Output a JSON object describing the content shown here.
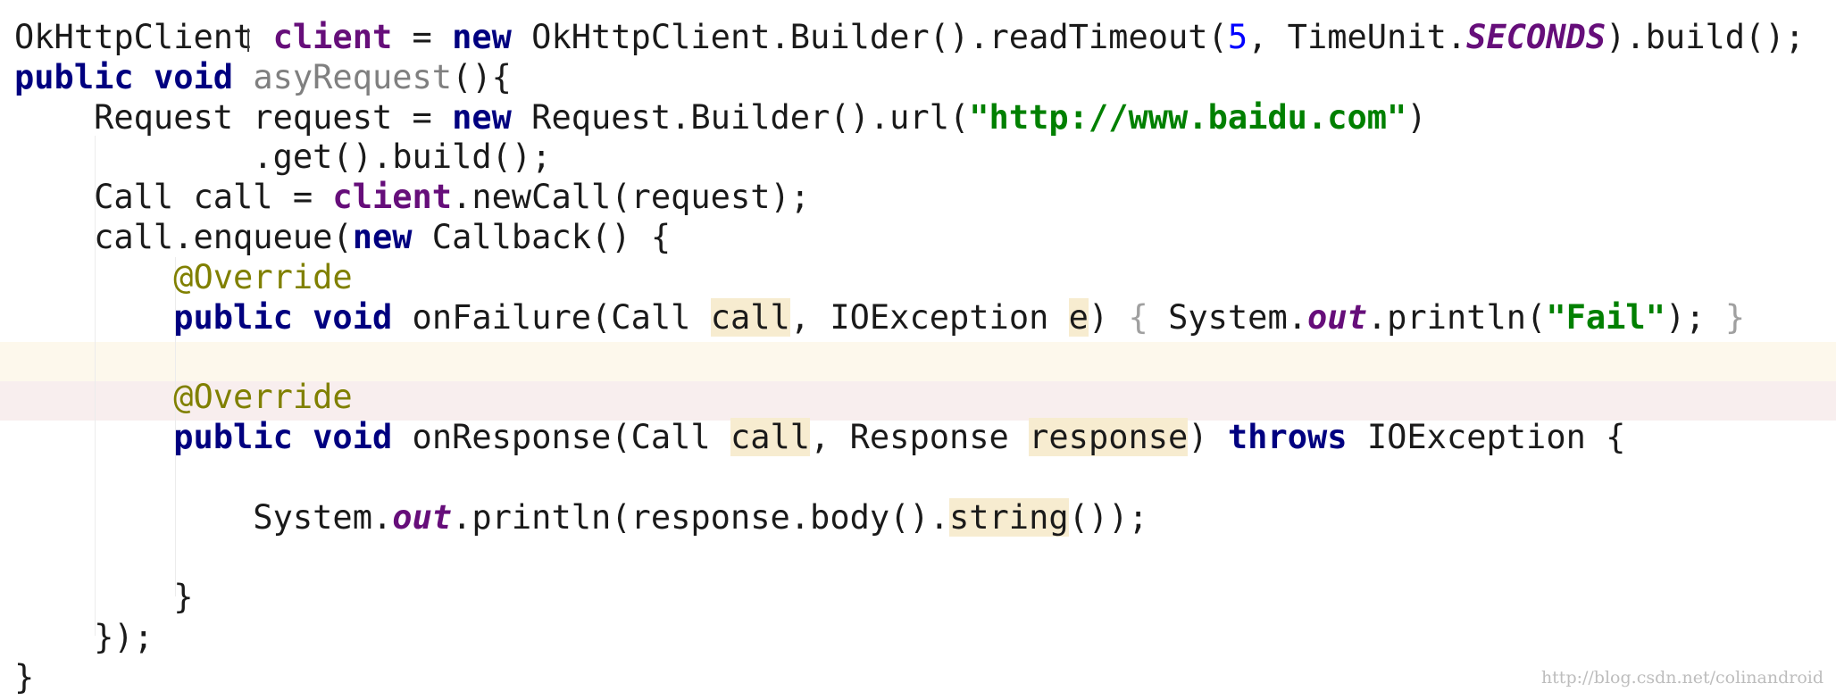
{
  "editor": {
    "lines": [
      [
        {
          "t": "OkHttpClient",
          "c": ""
        },
        {
          "t": " ",
          "c": "",
          "cursor": true
        },
        {
          "t": "client",
          "c": "field"
        },
        {
          "t": " = ",
          "c": ""
        },
        {
          "t": "new",
          "c": "kw"
        },
        {
          "t": " OkHttpClient.Builder().readTimeout(",
          "c": ""
        },
        {
          "t": "5",
          "c": "num"
        },
        {
          "t": ", TimeUnit.",
          "c": ""
        },
        {
          "t": "SECONDS",
          "c": "static-field"
        },
        {
          "t": ").build();",
          "c": ""
        }
      ],
      [
        {
          "t": "public",
          "c": "kw"
        },
        {
          "t": " ",
          "c": ""
        },
        {
          "t": "void",
          "c": "kw"
        },
        {
          "t": " ",
          "c": ""
        },
        {
          "t": "asyRequest",
          "c": "unused"
        },
        {
          "t": "(){",
          "c": ""
        }
      ],
      [
        {
          "t": "    Request request = ",
          "c": ""
        },
        {
          "t": "new",
          "c": "kw"
        },
        {
          "t": " Request.Builder().url(",
          "c": ""
        },
        {
          "t": "\"http://www.baidu.com\"",
          "c": "str"
        },
        {
          "t": ")",
          "c": ""
        }
      ],
      [
        {
          "t": "            .get().build();",
          "c": ""
        }
      ],
      [
        {
          "t": "    Call call = ",
          "c": ""
        },
        {
          "t": "client",
          "c": "field"
        },
        {
          "t": ".newCall(request);",
          "c": ""
        }
      ],
      [
        {
          "t": "    call.enqueue(",
          "c": ""
        },
        {
          "t": "new",
          "c": "kw"
        },
        {
          "t": " Callback() {",
          "c": ""
        }
      ],
      [
        {
          "t": "        ",
          "c": ""
        },
        {
          "t": "@Override",
          "c": "ann"
        }
      ],
      [
        {
          "t": "        ",
          "c": ""
        },
        {
          "t": "public",
          "c": "kw"
        },
        {
          "t": " ",
          "c": ""
        },
        {
          "t": "void",
          "c": "kw"
        },
        {
          "t": " onFailure(Call ",
          "c": ""
        },
        {
          "t": "call",
          "c": "param-hl"
        },
        {
          "t": ", IOException ",
          "c": ""
        },
        {
          "t": "e",
          "c": "param-hl"
        },
        {
          "t": ") ",
          "c": ""
        },
        {
          "t": "{",
          "c": "fold"
        },
        {
          "t": " System.",
          "c": ""
        },
        {
          "t": "out",
          "c": "static-field"
        },
        {
          "t": ".println(",
          "c": ""
        },
        {
          "t": "\"Fail\"",
          "c": "str"
        },
        {
          "t": "); ",
          "c": ""
        },
        {
          "t": "}",
          "c": "fold"
        }
      ],
      [
        {
          "t": "",
          "c": ""
        }
      ],
      [
        {
          "t": "        ",
          "c": ""
        },
        {
          "t": "@Override",
          "c": "ann"
        }
      ],
      [
        {
          "t": "        ",
          "c": ""
        },
        {
          "t": "public",
          "c": "kw"
        },
        {
          "t": " ",
          "c": ""
        },
        {
          "t": "void",
          "c": "kw"
        },
        {
          "t": " onResponse(Call ",
          "c": ""
        },
        {
          "t": "call",
          "c": "param-hl"
        },
        {
          "t": ", Response ",
          "c": ""
        },
        {
          "t": "response",
          "c": "param-hl"
        },
        {
          "t": ") ",
          "c": ""
        },
        {
          "t": "throws",
          "c": "kw"
        },
        {
          "t": " IOException {",
          "c": ""
        }
      ],
      [
        {
          "t": "",
          "c": ""
        }
      ],
      [
        {
          "t": "            System.",
          "c": ""
        },
        {
          "t": "out",
          "c": "static-field"
        },
        {
          "t": ".println(response.body().",
          "c": ""
        },
        {
          "t": "string",
          "c": "param-hl"
        },
        {
          "t": "());",
          "c": ""
        }
      ],
      [
        {
          "t": "",
          "c": ""
        }
      ],
      [
        {
          "t": "        }",
          "c": ""
        }
      ],
      [
        {
          "t": "    });",
          "c": ""
        }
      ],
      [
        {
          "t": "}",
          "c": ""
        }
      ]
    ]
  },
  "watermark": {
    "text": "http://blog.csdn.net/colinandroid"
  },
  "colors": {
    "background": "#ffffff",
    "keyword": "#000080",
    "field": "#660e7a",
    "number": "#0000ff",
    "string": "#008000",
    "annotation": "#808000",
    "unused": "#808080",
    "param_highlight": "#f7ecd0",
    "current_line": "#fdf8ec"
  }
}
